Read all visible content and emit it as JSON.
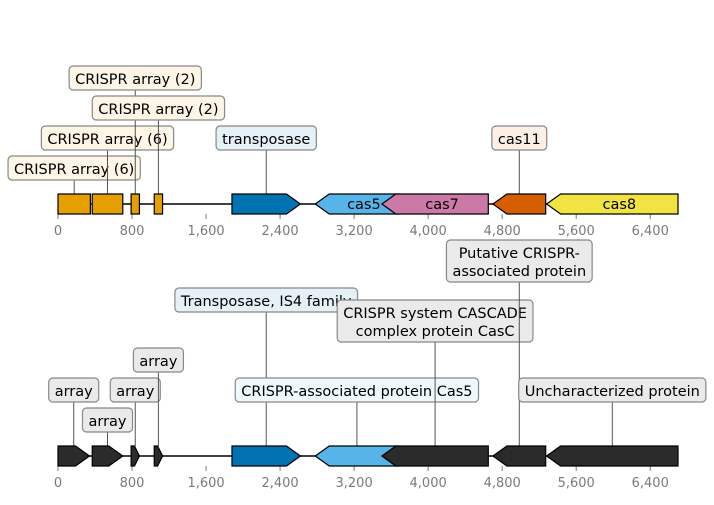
{
  "axis": {
    "min": 0,
    "max": 6700,
    "ticks": [
      0,
      800,
      1600,
      2400,
      3200,
      4000,
      4800,
      5600,
      6400
    ],
    "tick_labels": [
      "0",
      "800",
      "1,600",
      "2,400",
      "3,200",
      "4,000",
      "4,800",
      "5,600",
      "6,400"
    ]
  },
  "tracks": [
    {
      "id": "top",
      "features": [
        {
          "start": 0,
          "end": 350,
          "strand": 0,
          "color": "#e69f00",
          "label": "CRISPR array (6)",
          "label_row": 0
        },
        {
          "start": 370,
          "end": 700,
          "strand": 0,
          "color": "#e69f00",
          "label": "CRISPR array (6)",
          "label_row": 1
        },
        {
          "start": 790,
          "end": 880,
          "strand": 0,
          "color": "#e69f00",
          "label": "CRISPR array (2)",
          "label_row": 3
        },
        {
          "start": 1040,
          "end": 1130,
          "strand": 0,
          "color": "#e69f00",
          "label": "CRISPR array (2)",
          "label_row": 2
        },
        {
          "start": 1880,
          "end": 2620,
          "strand": 1,
          "color": "#0072b2",
          "label": "transposase",
          "label_row": 1
        },
        {
          "start": 2780,
          "end": 3680,
          "strand": -1,
          "color": "#56b4e9",
          "label": "cas5",
          "label_row": -1
        },
        {
          "start": 3500,
          "end": 4650,
          "strand": -1,
          "color": "#cc79a7",
          "label": "cas7",
          "label_row": -1
        },
        {
          "start": 4700,
          "end": 5270,
          "strand": -1,
          "color": "#d55e00",
          "label": "cas11",
          "label_row": 1
        },
        {
          "start": 5280,
          "end": 6700,
          "strand": -1,
          "color": "#f0e442",
          "label": "cas8",
          "label_row": -1
        }
      ]
    },
    {
      "id": "bottom",
      "features": [
        {
          "start": 0,
          "end": 340,
          "strand": 1,
          "color": "#2b2b2b",
          "label": "array",
          "label_row": 1
        },
        {
          "start": 370,
          "end": 700,
          "strand": 1,
          "color": "#2b2b2b",
          "label": "array",
          "label_row": 0
        },
        {
          "start": 790,
          "end": 880,
          "strand": 1,
          "color": "#2b2b2b",
          "label": "array",
          "label_row": 1
        },
        {
          "start": 1040,
          "end": 1130,
          "strand": 1,
          "color": "#2b2b2b",
          "label": "array",
          "label_row": 2
        },
        {
          "start": 1880,
          "end": 2620,
          "strand": 1,
          "color": "#0072b2",
          "label": "Transposase, IS4 family",
          "label_row": 4
        },
        {
          "start": 2780,
          "end": 3680,
          "strand": -1,
          "color": "#56b4e9",
          "label": "CRISPR-associated protein Cas5",
          "label_row": 1
        },
        {
          "start": 3500,
          "end": 4650,
          "strand": -1,
          "color": "#2b2b2b",
          "label": "CRISPR system CASCADE\ncomplex protein CasC",
          "label_row": 3
        },
        {
          "start": 4700,
          "end": 5270,
          "strand": -1,
          "color": "#2b2b2b",
          "label": "Putative CRISPR-\nassociated protein",
          "label_row": 5
        },
        {
          "start": 5280,
          "end": 6700,
          "strand": -1,
          "color": "#2b2b2b",
          "label": "Uncharacterized protein",
          "label_row": 1
        }
      ]
    }
  ]
}
